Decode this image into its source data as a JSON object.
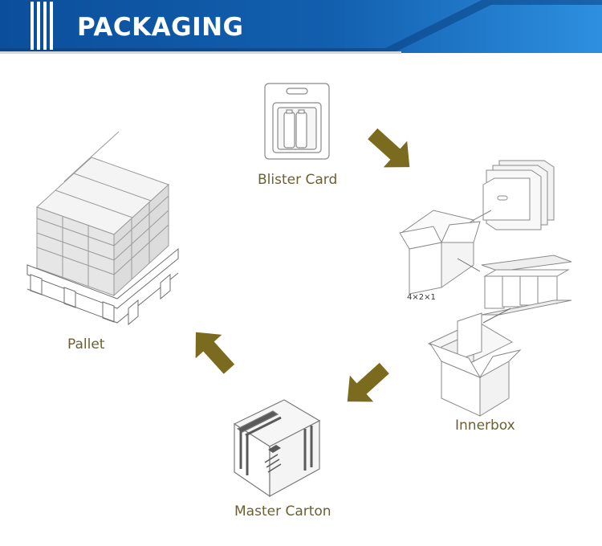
{
  "header": {
    "title": "PACKAGING",
    "colors": {
      "dark": "#0b4f9c",
      "light": "#2e8fe0"
    }
  },
  "arrow_color": "#7b6b1f",
  "stages": {
    "blister": {
      "label": "Blister Card"
    },
    "innerbox": {
      "label": "Innerbox",
      "arrangement": "4×2×1"
    },
    "master": {
      "label": "Master Carton"
    },
    "pallet": {
      "label": "Pallet"
    }
  }
}
